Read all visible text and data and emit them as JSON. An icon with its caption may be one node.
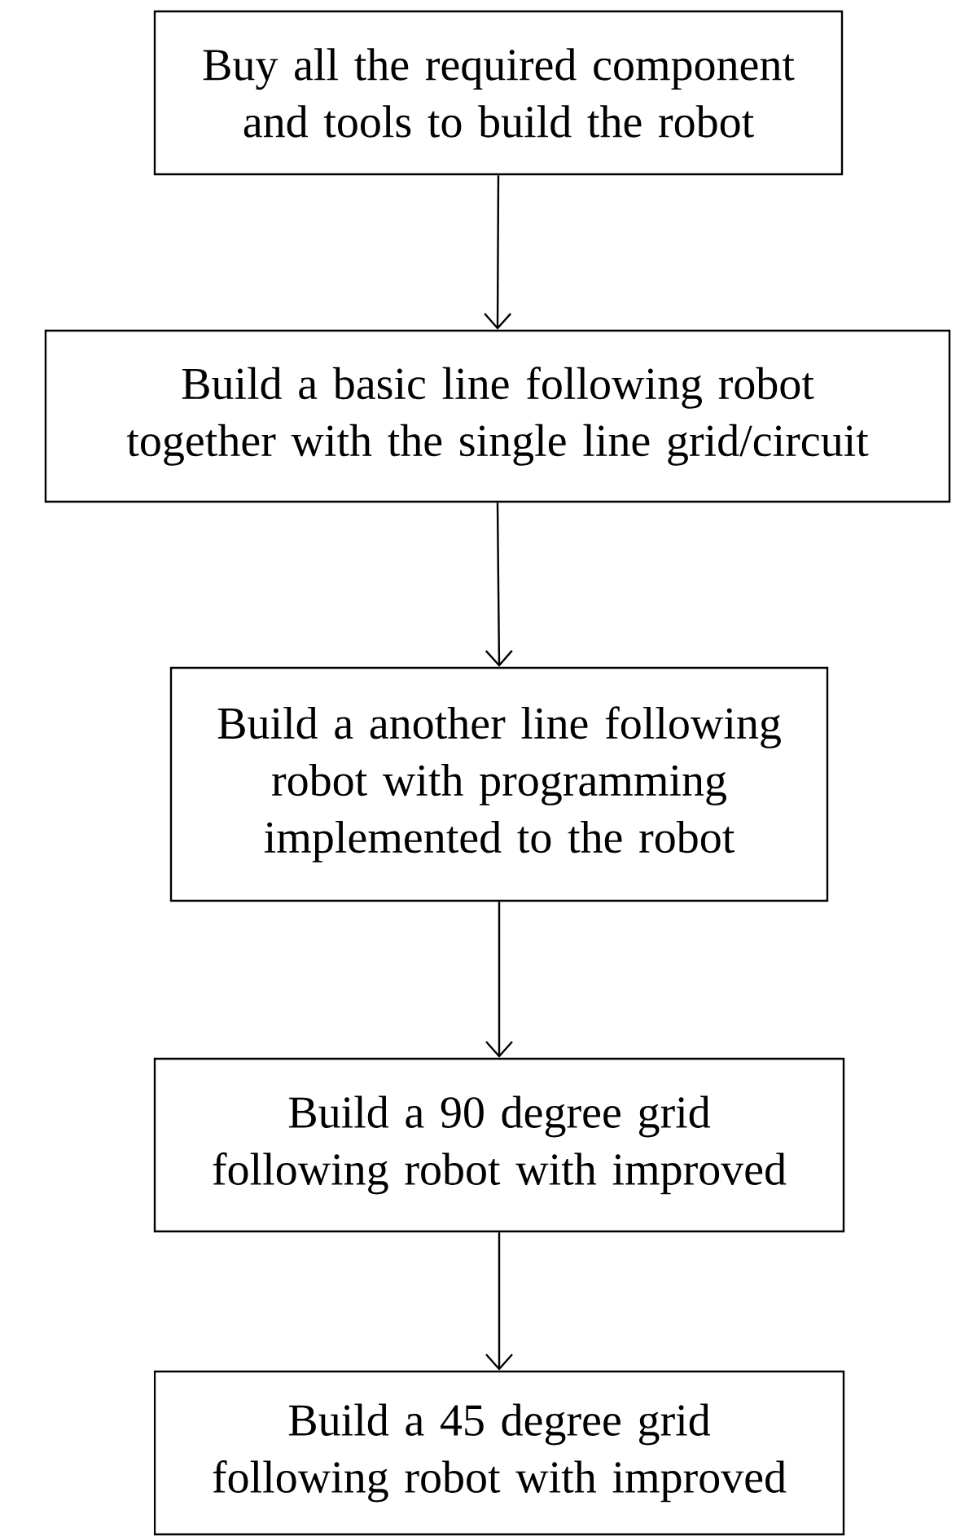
{
  "diagram": {
    "nodes": [
      {
        "text": [
          "Buy all the required component and tools to build the robot"
        ]
      },
      {
        "text": [
          "Build a basic line following robot together with the single line grid/circuit"
        ]
      },
      {
        "text": [
          "Build a another line following robot with programming implemented to the robot"
        ]
      },
      {
        "text": [
          "Build a 90 degree grid following robot with improved"
        ]
      },
      {
        "text": [
          "Build a 45 degree grid following robot with improved"
        ]
      }
    ],
    "edges": [
      {
        "from": 0,
        "to": 1,
        "arrow": "to"
      },
      {
        "from": 1,
        "to": 2,
        "arrow": "to"
      },
      {
        "from": 2,
        "to": 3,
        "arrow": "to"
      },
      {
        "from": 3,
        "to": 4,
        "arrow": "to"
      }
    ]
  }
}
